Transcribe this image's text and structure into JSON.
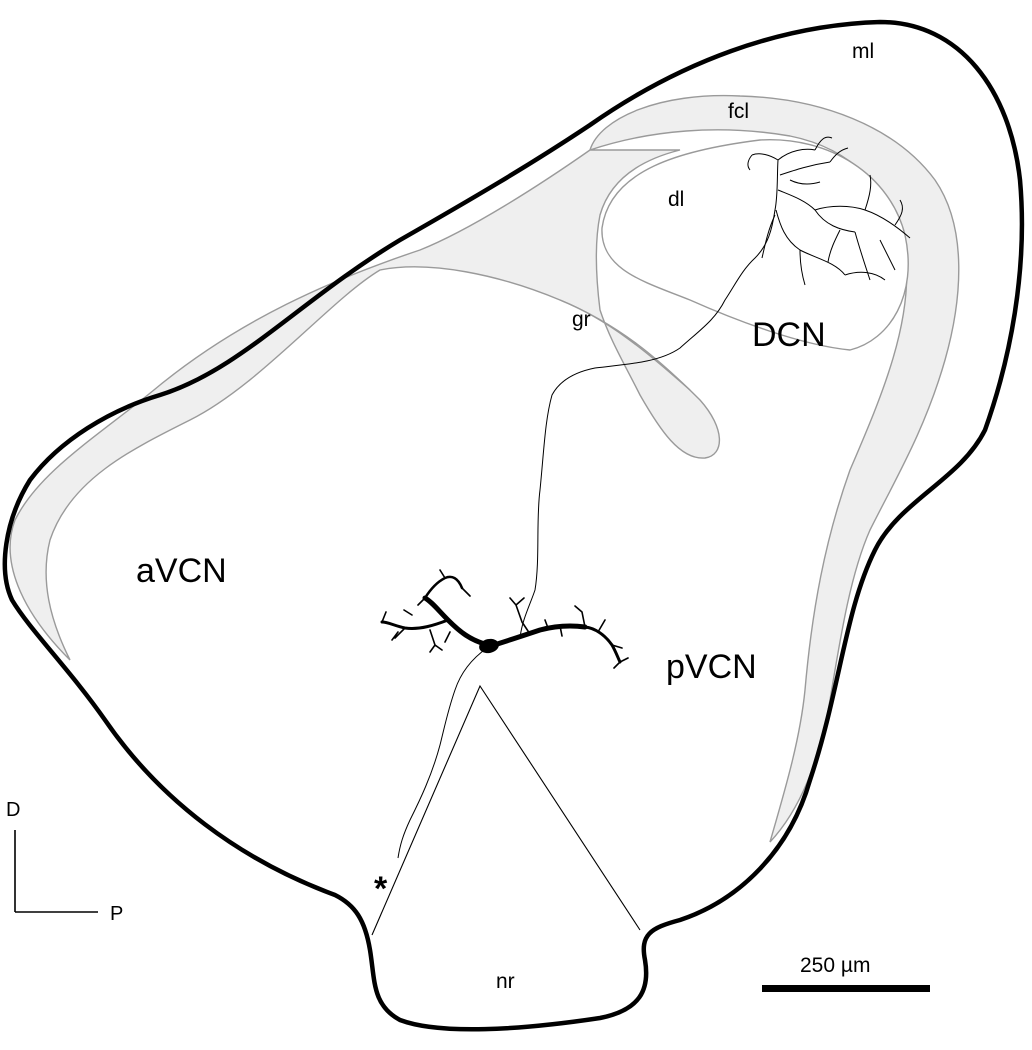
{
  "labels": {
    "ml": "ml",
    "fcl": "fcl",
    "dl": "dl",
    "gr": "gr",
    "dcn": "DCN",
    "avcn": "aVCN",
    "pvcn": "pVCN",
    "nr": "nr",
    "asterisk": "*"
  },
  "orientation": {
    "dorsal": "D",
    "posterior": "P"
  },
  "scale_bar": {
    "label": "250 µm"
  }
}
